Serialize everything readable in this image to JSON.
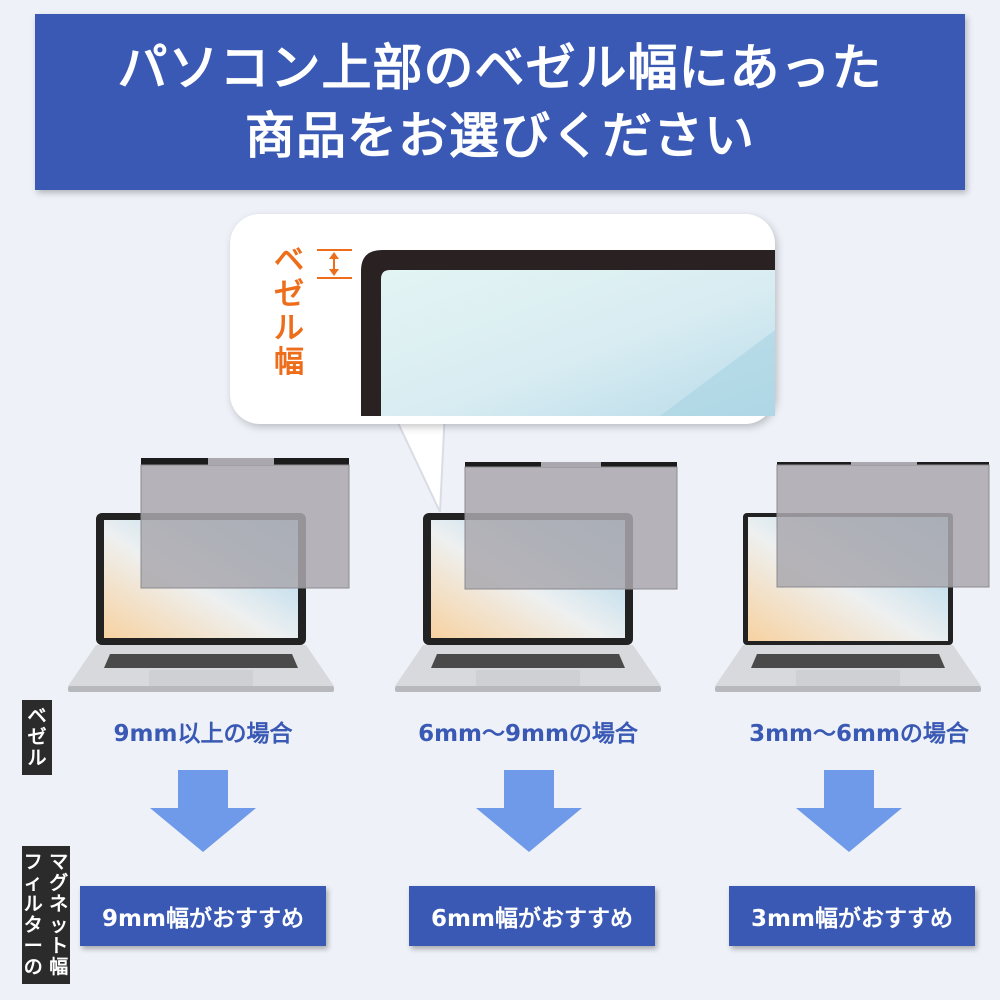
{
  "banner": {
    "line1": "パソコン上部のベゼル幅にあった",
    "line2": "商品をお選びください"
  },
  "callout": {
    "bezel_label": "ベ\nゼ\nル\n幅"
  },
  "side_tags": {
    "bezel": "ベ\nゼ\nル",
    "filter_magnet_width": "フ マ\nィ グ\nル ネ\nタ ッ\nー ト\nの 幅"
  },
  "cases": [
    {
      "bezel_range": "9mm以上の場合",
      "recommendation": "9mm幅がおすすめ"
    },
    {
      "bezel_range": "6mm〜9mmの場合",
      "recommendation": "6mm幅がおすすめ"
    },
    {
      "bezel_range": "3mm〜6mmの場合",
      "recommendation": "3mm幅がおすすめ"
    }
  ],
  "colors": {
    "primary_blue": "#3a59b4",
    "arrow_blue": "#6f99e9",
    "accent_orange": "#ee6d1a",
    "background": "#eef2f8"
  }
}
